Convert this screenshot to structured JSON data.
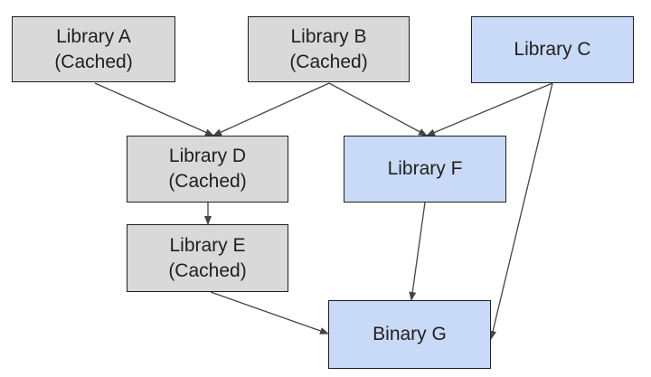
{
  "colors": {
    "cached_fill": "#d9d9d9",
    "uncached_fill": "#c9daf8",
    "border": "#1f1f1f",
    "edge": "#444444",
    "text": "#202020"
  },
  "nodes": {
    "a": {
      "title": "Library A",
      "status": "(Cached)"
    },
    "b": {
      "title": "Library B",
      "status": "(Cached)"
    },
    "c": {
      "title": "Library C"
    },
    "d": {
      "title": "Library D",
      "status": "(Cached)"
    },
    "e": {
      "title": "Library E",
      "status": "(Cached)"
    },
    "f": {
      "title": "Library F"
    },
    "g": {
      "title": "Binary G"
    }
  },
  "edges": [
    {
      "from": "a",
      "to": "d"
    },
    {
      "from": "b",
      "to": "d"
    },
    {
      "from": "b",
      "to": "f"
    },
    {
      "from": "c",
      "to": "f"
    },
    {
      "from": "c",
      "to": "g"
    },
    {
      "from": "d",
      "to": "e"
    },
    {
      "from": "f",
      "to": "g"
    },
    {
      "from": "e",
      "to": "g"
    }
  ]
}
